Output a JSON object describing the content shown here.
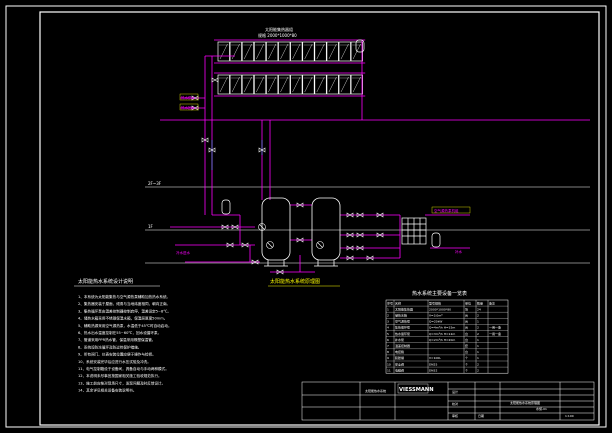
{
  "drawing": {
    "background": "#000000",
    "colors": {
      "frame": "#FFFFFF",
      "pipe_hot": "#FF00FF",
      "annotation": "#FFFF00",
      "equipment": "#FFFFFF",
      "panel": "#FFFFFF",
      "note_text": "#FFFFFF",
      "tag_text": "#FF00FF"
    },
    "diagram_title": "太阳能热水系统原理图",
    "collector_label": "太阳能集热器组",
    "collector_spec": "规格 2000*1000*80",
    "level_labels": [
      "2F~3F",
      "1F"
    ],
    "pipe_tags": [
      "热水供水",
      "热水回水",
      "冷水进水",
      "补水"
    ],
    "heat_pump_label": "空气源热泵机组",
    "notes_title": "太阳能热水系统设计说明",
    "notes": [
      "1、本系统为太阳能集热与空气源热泵辅助加热热水系统。",
      "2、集热器安装于屋面，倾角与当地纬度相同，朝向正南。",
      "3、集热循环泵由温差控制器控制启停，温差设定5~8℃。",
      "4、储热水箱采用不锈钢保温水箱，保温层厚度50mm。",
      "5、辅助热源采用空气源热泵，水温低于45℃时自动启动。",
      "6、热水出水温度控制在55~60℃，回水设循环泵。",
      "7、管道采用PPR热水管，保温采用橡塑保温管。",
      "8、系统设防冻循环及防过热保护措施。",
      "9、所有阀门、仪表安装位置应便于操作与检修。",
      "10、系统安装完毕后应进行水压试验及冲洗。",
      "11、电气控制箱设于设备间，具备自动与手动两种模式。",
      "12、本说明未尽事宜按国家相关施工验收规范执行。",
      "13、施工前应核对现场尺寸，发现问题及时反馈设计。",
      "14、其余详见相关设备安装说明书。"
    ],
    "equipment_table": {
      "title": "热水系统主要设备一览表",
      "headers": [
        "序号",
        "名称",
        "型号规格",
        "单位",
        "数量",
        "备注"
      ],
      "rows": [
        [
          "1",
          "太阳能集热器",
          "2000*1000*80",
          "块",
          "24",
          ""
        ],
        [
          "2",
          "储热水箱",
          "V=3.0m³",
          "台",
          "2",
          ""
        ],
        [
          "3",
          "空气源热泵",
          "Q=20kW",
          "台",
          "1",
          ""
        ],
        [
          "4",
          "集热循环泵",
          "Q=4m³/h H=15m",
          "台",
          "2",
          "一用一备"
        ],
        [
          "5",
          "热水循环泵",
          "Q=3m³/h H=12m",
          "台",
          "2",
          "一用一备"
        ],
        [
          "6",
          "补水泵",
          "Q=2m³/h H=20m",
          "台",
          "1",
          ""
        ],
        [
          "7",
          "温差控制器",
          "",
          "套",
          "1",
          ""
        ],
        [
          "8",
          "电控箱",
          "",
          "台",
          "1",
          ""
        ],
        [
          "9",
          "膨胀罐",
          "V=100L",
          "个",
          "1",
          ""
        ],
        [
          "10",
          "安全阀",
          "DN25",
          "个",
          "2",
          ""
        ],
        [
          "11",
          "电磁阀",
          "DN32",
          "个",
          "2",
          ""
        ]
      ]
    },
    "title_block": {
      "company": "VIESSMANN",
      "project": "太阳能热水系统",
      "drawing_name": "太阳能热水系统原理图",
      "drawing_no": "水施-01",
      "scale": "1:100",
      "designer": "设计",
      "checker": "校对",
      "approver": "审核",
      "date": "日期"
    }
  }
}
